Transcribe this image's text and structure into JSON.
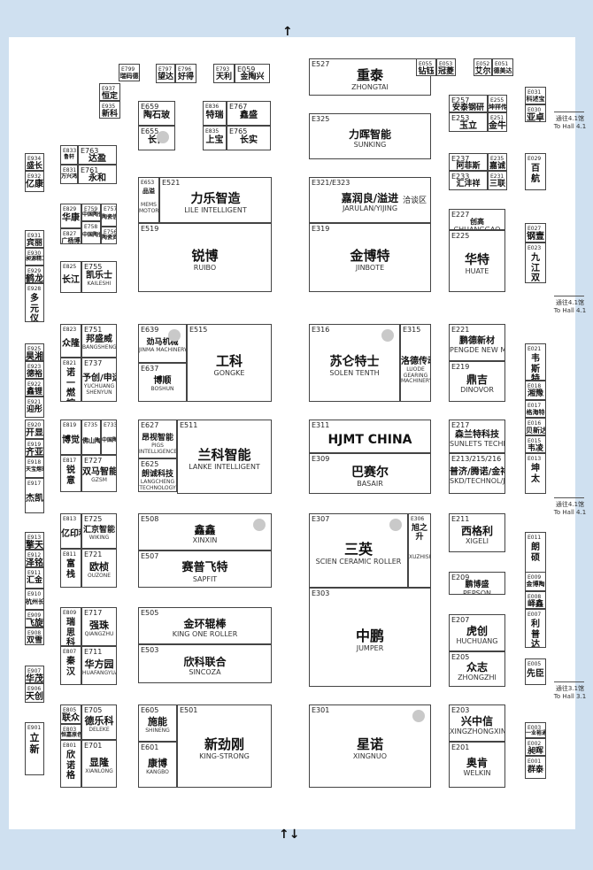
{
  "arrows": {
    "top": "↑",
    "bottom": "↑↓"
  },
  "side_labels": {
    "to_hall41": {
      "cn": "通往4.1馆",
      "en": "To Hall 4.1"
    },
    "to_hall31": {
      "cn": "通往3.1馆",
      "en": "To Hall 3.1"
    }
  },
  "booths": {
    "E799": {
      "num": "E799",
      "cn": "瑞码德"
    },
    "E797": {
      "num": "E797",
      "cn": "望达"
    },
    "E796": {
      "num": "E796",
      "cn": "好得"
    },
    "E793": {
      "num": "E793",
      "cn": "天利"
    },
    "E059": {
      "num": "E059",
      "cn": "金陶兴"
    },
    "E527": {
      "num": "E527",
      "cn": "重泰",
      "en": "ZHONGTAI"
    },
    "E055": {
      "num": "E055",
      "cn": "钻钰"
    },
    "E053": {
      "num": "E053",
      "cn": "冠菱"
    },
    "E052": {
      "num": "E052",
      "cn": "艾尔"
    },
    "E051": {
      "num": "E051",
      "cn": "德美达"
    },
    "E937": {
      "num": "E937",
      "cn": "恒定"
    },
    "E935": {
      "num": "E935",
      "cn": "新科"
    },
    "E659": {
      "num": "E659",
      "cn": "陶石玻"
    },
    "E836": {
      "num": "E836",
      "cn": "特瑞"
    },
    "E767": {
      "num": "E767",
      "cn": "鑫盛"
    },
    "E655": {
      "num": "E655",
      "cn": "长仁"
    },
    "E835": {
      "num": "E835",
      "cn": "上宝"
    },
    "E765": {
      "num": "E765",
      "cn": "长实"
    },
    "E325": {
      "num": "E325",
      "cn": "力晖智能",
      "en": "SUNKING"
    },
    "E257": {
      "num": "E257",
      "cn": "安泰钢研"
    },
    "E255": {
      "num": "E255",
      "cn": "坤祥传动"
    },
    "E253": {
      "num": "E253",
      "cn": "玉立"
    },
    "E251": {
      "num": "E251",
      "cn": "金牛"
    },
    "E031": {
      "num": "E031",
      "cn": "科述宝"
    },
    "E030": {
      "num": "E030",
      "cn": "亚卓"
    },
    "E833": {
      "num": "E833",
      "cn": "鲁轩"
    },
    "E763": {
      "num": "E763",
      "cn": "达盈"
    },
    "E831": {
      "num": "E831",
      "cn": "万兴鸿"
    },
    "E761": {
      "num": "E761",
      "cn": "永和"
    },
    "E237": {
      "num": "E237",
      "cn": "阿菲斯"
    },
    "E235": {
      "num": "E235",
      "cn": "嘉诚"
    },
    "E233": {
      "num": "E233",
      "cn": "汇沣祥"
    },
    "E231": {
      "num": "E231",
      "cn": "三联"
    },
    "E029": {
      "num": "E029",
      "cn": "百航"
    },
    "E934": {
      "num": "E934",
      "cn": "盛长"
    },
    "E932": {
      "num": "E932",
      "cn": "亿康"
    },
    "E653": {
      "num": "E653",
      "cn": "品溢",
      "en": "MEMS MOTOR"
    },
    "E521": {
      "num": "E521",
      "cn": "力乐智造",
      "en": "LILE INTELLIGENT"
    },
    "E321": {
      "num": "E321/E323",
      "cn": "嘉润良/溢进",
      "en": "JARULAN/YIJING",
      "extra": "洽谈区"
    },
    "E829": {
      "num": "E829",
      "cn": "华康"
    },
    "E759": {
      "num": "E759",
      "cn": "中国陶瓷网"
    },
    "E827": {
      "num": "E827",
      "cn": "广杨博"
    },
    "E758": {
      "num": "E758",
      "cn": "中国陶瓷工业"
    },
    "E757": {
      "num": "E757",
      "cn": "陶瓷信息"
    },
    "E756": {
      "num": "E756",
      "cn": "陶瓷资讯"
    },
    "E519": {
      "num": "E519",
      "cn": "锐博",
      "en": "RUIBO"
    },
    "E319": {
      "num": "E319",
      "cn": "金博特",
      "en": "JINBOTE"
    },
    "E227": {
      "num": "E227",
      "cn": "创高",
      "en": "CHUANGGAO"
    },
    "E225": {
      "num": "E225",
      "cn": "华特",
      "en": "HUATE"
    },
    "E027": {
      "num": "E027",
      "cn": "钢壹"
    },
    "E023": {
      "num": "E023",
      "cn": "九江双龙"
    },
    "E931": {
      "num": "E931",
      "cn": "宾丽"
    },
    "E930": {
      "num": "E930",
      "cn": "昶源精工"
    },
    "E929": {
      "num": "E929",
      "cn": "鹤龙"
    },
    "E928": {
      "num": "E928",
      "cn": "多元仪表"
    },
    "E825": {
      "num": "E825",
      "cn": "长江"
    },
    "E755": {
      "num": "E755",
      "cn": "凯乐士",
      "en": "KAILESHI"
    },
    "E823": {
      "num": "E823",
      "cn": "众隆"
    },
    "E751": {
      "num": "E751",
      "cn": "邦盛威",
      "en": "BANGSHENGWEI"
    },
    "E639": {
      "num": "E639",
      "cn": "劲马机械",
      "en": "JINMA MACHINERY"
    },
    "E515": {
      "num": "E515",
      "cn": "工科",
      "en": "GONGKE"
    },
    "E316": {
      "num": "E316",
      "cn": "苏仑特士",
      "en": "SOLEN TENTH"
    },
    "E315": {
      "num": "E315",
      "cn": "洛德传动",
      "en": "LUODE GEARING MACHINERY"
    },
    "E221": {
      "num": "E221",
      "cn": "鹏德新材",
      "en": "PENGDE NEW MATERIAL"
    },
    "E021": {
      "num": "E021",
      "cn": "韦斯特"
    },
    "E925": {
      "num": "E925",
      "cn": "昊湘"
    },
    "E923": {
      "num": "E923",
      "cn": "德裕"
    },
    "E922": {
      "num": "E922",
      "cn": "鑫锂"
    },
    "E921": {
      "num": "E921",
      "cn": "迎彤"
    },
    "E821": {
      "num": "E821",
      "cn": "诺一燃控"
    },
    "E737": {
      "num": "E737",
      "cn": "予创/申运",
      "en": "YUCHUANG SHENYUN"
    },
    "E637": {
      "num": "E637",
      "cn": "博顺",
      "en": "BOSHUN"
    },
    "E219": {
      "num": "E219",
      "cn": "鼎吉",
      "en": "DINOVOR"
    },
    "E018": {
      "num": "E018",
      "cn": "湘豫"
    },
    "E017": {
      "num": "E017",
      "cn": "格海特"
    },
    "E016": {
      "num": "E016",
      "cn": "贝新达"
    },
    "E015": {
      "num": "E015",
      "cn": "韦凌"
    },
    "E013": {
      "num": "E013",
      "cn": "坤太"
    },
    "E920": {
      "num": "E920",
      "cn": "开显"
    },
    "E919": {
      "num": "E919",
      "cn": "齐亚"
    },
    "E918": {
      "num": "E918",
      "cn": "天宝熔球"
    },
    "E917": {
      "num": "E917",
      "cn": "杰凯"
    },
    "E819": {
      "num": "E819",
      "cn": "博觉"
    },
    "E735": {
      "num": "E735",
      "cn": "佛山陶博会"
    },
    "E733": {
      "num": "E733",
      "cn": "中国陶瓷卫浴总部"
    },
    "E627": {
      "num": "E627",
      "cn": "昂视智能",
      "en": "PIGS INTELLIGENCE"
    },
    "E625": {
      "num": "E625",
      "cn": "朗诚科技",
      "en": "LANGCHENG TECHNOLOGY"
    },
    "E511": {
      "num": "E511",
      "cn": "兰科智能",
      "en": "LANKE INTELLIGENT"
    },
    "E311": {
      "num": "E311",
      "cn": "HJMT CHINA"
    },
    "E309": {
      "num": "E309",
      "cn": "巴赛尔",
      "en": "BASAIR"
    },
    "E217": {
      "num": "E217",
      "cn": "森兰特科技",
      "en": "SUNLETS TECHNOLOGY"
    },
    "E213": {
      "num": "E213/215/216",
      "cn": "普济/腾诺/金祥荣",
      "en": "SKD/TECHNOL/JINXIANGRONG"
    },
    "E817": {
      "num": "E817",
      "cn": "锐意"
    },
    "E727": {
      "num": "E727",
      "cn": "双马智能",
      "en": "GZSM"
    },
    "E913": {
      "num": "E913",
      "cn": "擎天"
    },
    "E912": {
      "num": "E912",
      "cn": "泽铭"
    },
    "E911": {
      "num": "E911",
      "cn": "汇金"
    },
    "E910": {
      "num": "E910",
      "cn": "杭州长江"
    },
    "E909": {
      "num": "E909",
      "cn": "飞旋"
    },
    "E908": {
      "num": "E908",
      "cn": "双雪"
    },
    "E813": {
      "num": "E813",
      "cn": "亿印科技"
    },
    "E725": {
      "num": "E725",
      "cn": "汇京智能",
      "en": "WIKING"
    },
    "E508": {
      "num": "E508",
      "cn": "鑫鑫",
      "en": "XINXIN"
    },
    "E507": {
      "num": "E507",
      "cn": "赛普飞特",
      "en": "SAPFIT"
    },
    "E307": {
      "num": "E307",
      "cn": "三英",
      "en": "SCIEN CERAMIC ROLLER"
    },
    "E306": {
      "num": "E306",
      "cn": "旭之升",
      "en": "XUZHISHENG"
    },
    "E211": {
      "num": "E211",
      "cn": "西格利",
      "en": "XIGELI"
    },
    "E011": {
      "num": "E011",
      "cn": "朗硕"
    },
    "E811": {
      "num": "E811",
      "cn": "富栈"
    },
    "E721": {
      "num": "E721",
      "cn": "欧桢",
      "en": "OUZONE"
    },
    "E209": {
      "num": "E209",
      "cn": "鹏博盛",
      "en": "PEPSON"
    },
    "E009": {
      "num": "E009",
      "cn": "金博陶"
    },
    "E008": {
      "num": "E008",
      "cn": "峄鑫"
    },
    "E007": {
      "num": "E007",
      "cn": "利普达"
    },
    "E809": {
      "num": "E809",
      "cn": "瑞思科"
    },
    "E717": {
      "num": "E717",
      "cn": "强珠",
      "en": "QIANGZHU"
    },
    "E505": {
      "num": "E505",
      "cn": "金环辊棒",
      "en": "KING ONE ROLLER"
    },
    "E303": {
      "num": "E303",
      "cn": "中鹏",
      "en": "JUMPER"
    },
    "E207": {
      "num": "E207",
      "cn": "虎创",
      "en": "HUCHUANG"
    },
    "E807": {
      "num": "E807",
      "cn": "秦汉"
    },
    "E711": {
      "num": "E711",
      "cn": "华方园",
      "en": "HUAFANGYUAN"
    },
    "E503": {
      "num": "E503",
      "cn": "欣科联合",
      "en": "SINCOZA"
    },
    "E205": {
      "num": "E205",
      "cn": "众志",
      "en": "ZHONGZHI"
    },
    "E005": {
      "num": "E005",
      "cn": "先臣"
    },
    "E907": {
      "num": "E907",
      "cn": "华茂"
    },
    "E906": {
      "num": "E906",
      "cn": "天创"
    },
    "E901": {
      "num": "E901",
      "cn": "立新"
    },
    "E805": {
      "num": "E805",
      "cn": "联众"
    },
    "E705": {
      "num": "E705",
      "cn": "德乐科",
      "en": "DELEKE"
    },
    "E803": {
      "num": "E803",
      "cn": "恒嘉原色"
    },
    "E605": {
      "num": "E605",
      "cn": "施能",
      "en": "SHINENG"
    },
    "E501": {
      "num": "E501",
      "cn": "新劲刚",
      "en": "KING-STRONG"
    },
    "E301": {
      "num": "E301",
      "cn": "星诺",
      "en": "XINGNUO"
    },
    "E203": {
      "num": "E203",
      "cn": "兴中信",
      "en": "XINGZHONGXIN"
    },
    "E003": {
      "num": "E003",
      "cn": "一业裕通"
    },
    "E002": {
      "num": "E002",
      "cn": "昶晖"
    },
    "E001": {
      "num": "E001",
      "cn": "群泰"
    },
    "E801": {
      "num": "E801",
      "cn": "欣诺格"
    },
    "E701": {
      "num": "E701",
      "cn": "显隆",
      "en": "XIANLONG"
    },
    "E601": {
      "num": "E601",
      "cn": "康博",
      "en": "KANGBO"
    },
    "E201": {
      "num": "E201",
      "cn": "奥肯",
      "en": "WELKIN"
    }
  }
}
